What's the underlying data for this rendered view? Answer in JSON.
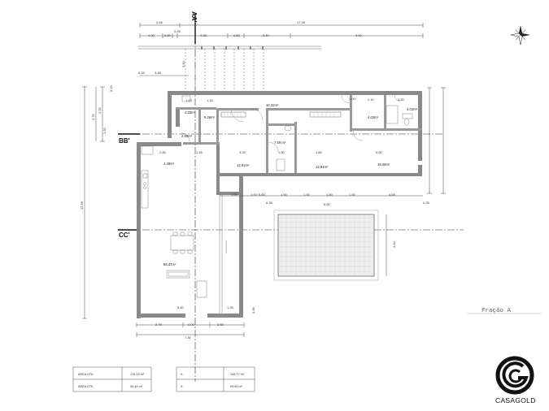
{
  "section_marks": {
    "aa": "AA'",
    "bb": "BB'",
    "cc": "CC'"
  },
  "top_dims_row1": [
    "2.65",
    "17.95"
  ],
  "top_dims_row2": [
    "1.00",
    "0.60",
    "0.25",
    "4.25",
    "0.60",
    "3.40",
    "9.90"
  ],
  "dim_misc": {
    "a": "0.25",
    "b": "3.48",
    "c": "3.50",
    "d": "0.15",
    "e": "3.75",
    "f": "2.55",
    "g": "1.50",
    "h": "12.86"
  },
  "rooms": {
    "wc1": "2.25m²",
    "hall": "9.26m²",
    "corridor": "10.32m²",
    "storage": "4.03m²",
    "wc3": "4.02m²",
    "small": "2.88m²",
    "bed1": "12.91m²",
    "wc2": "7.59 m²",
    "bed2": "12.91m²",
    "bed3": "16.48m²",
    "tv": "4.38m²",
    "living": "56.47m²"
  },
  "interior_dims": [
    "1.00",
    "1.18",
    "2.10",
    "0.80",
    "3.25",
    "1.80",
    "5.50",
    "2.85",
    "2.48",
    "1.00",
    "1.80"
  ],
  "mid_dims": [
    "1.55",
    "1.00",
    "0.60",
    "1.50",
    "1.50",
    "1.80",
    "1.50",
    "4.08",
    "0.35",
    "6.50",
    "0.35"
  ],
  "pool_dims": {
    "width": "6.50",
    "height": "3.50"
  },
  "bottom_dims": [
    "2.75",
    "2.00",
    "2.55",
    "7.30",
    "5.40",
    "1.39",
    "0.35"
  ],
  "fraction_label": "Fração A",
  "area_table": [
    {
      "label": "ÁREA ÚTIL",
      "value": "178.14 m²"
    },
    {
      "label": "ÁREA ÚTIL",
      "value": "30.44 m²"
    },
    {
      "label": "A",
      "value": "145.77 m²"
    },
    {
      "label": "A",
      "value": "99.63 m²"
    }
  ],
  "brand": {
    "name": "CASAGOLD"
  }
}
